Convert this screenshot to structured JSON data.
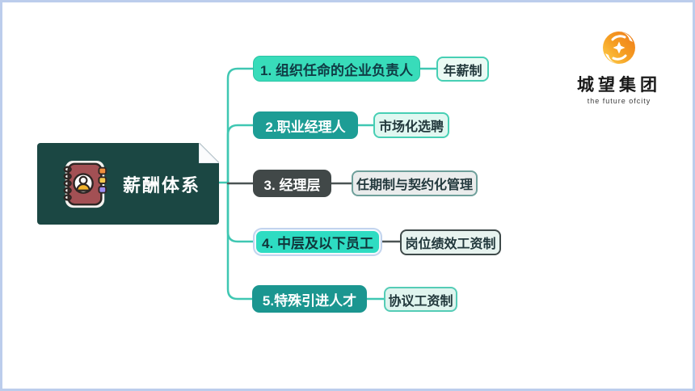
{
  "canvas": {
    "border_color": "#bccdec",
    "background": "#ffffff"
  },
  "root": {
    "label": "薪酬体系",
    "bg_color": "#1b4743",
    "text_color": "#ffffff",
    "icon": "contact-notebook-icon"
  },
  "branches": [
    {
      "label": "1. 组织任命的企业负责人",
      "bg_color": "#38dcba",
      "text_color": "#103c45",
      "child": {
        "label": "年薪制",
        "bg_color": "#eafaf4",
        "border_color": "#47cfb4"
      }
    },
    {
      "label": "2.职业经理人",
      "bg_color": "#1d9d95",
      "text_color": "#ffffff",
      "child": {
        "label": "市场化选聘",
        "bg_color": "#e0f8f1",
        "border_color": "#47cfb4"
      }
    },
    {
      "label": "3. 经理层",
      "bg_color": "#414848",
      "text_color": "#ffffff",
      "child": {
        "label": "任期制与契约化管理",
        "bg_color": "#eaecec",
        "border_color": "#6fa09b"
      }
    },
    {
      "label": "4. 中层及以下员工",
      "bg_color": "#2edcc2",
      "text_color": "#10353a",
      "selected": true,
      "selection_ring_color": "#c2d4ee",
      "child": {
        "label": "岗位绩效工资制",
        "bg_color": "#e7f3ef",
        "border_color": "#3f4a4a"
      }
    },
    {
      "label": "5.特殊引进人才",
      "bg_color": "#1b9690",
      "text_color": "#ffffff",
      "child": {
        "label": "协议工资制",
        "bg_color": "#dff4ee",
        "border_color": "#55ccb6"
      }
    }
  ],
  "connectors": {
    "teal_color": "#3fc7b2",
    "dark_color": "#4b5353"
  },
  "logo": {
    "company": "城望集团",
    "tagline": "the future ofcity",
    "icon": "orange-swirl-icon",
    "icon_colors": [
      "#ffd24d",
      "#ee7a1a"
    ]
  }
}
